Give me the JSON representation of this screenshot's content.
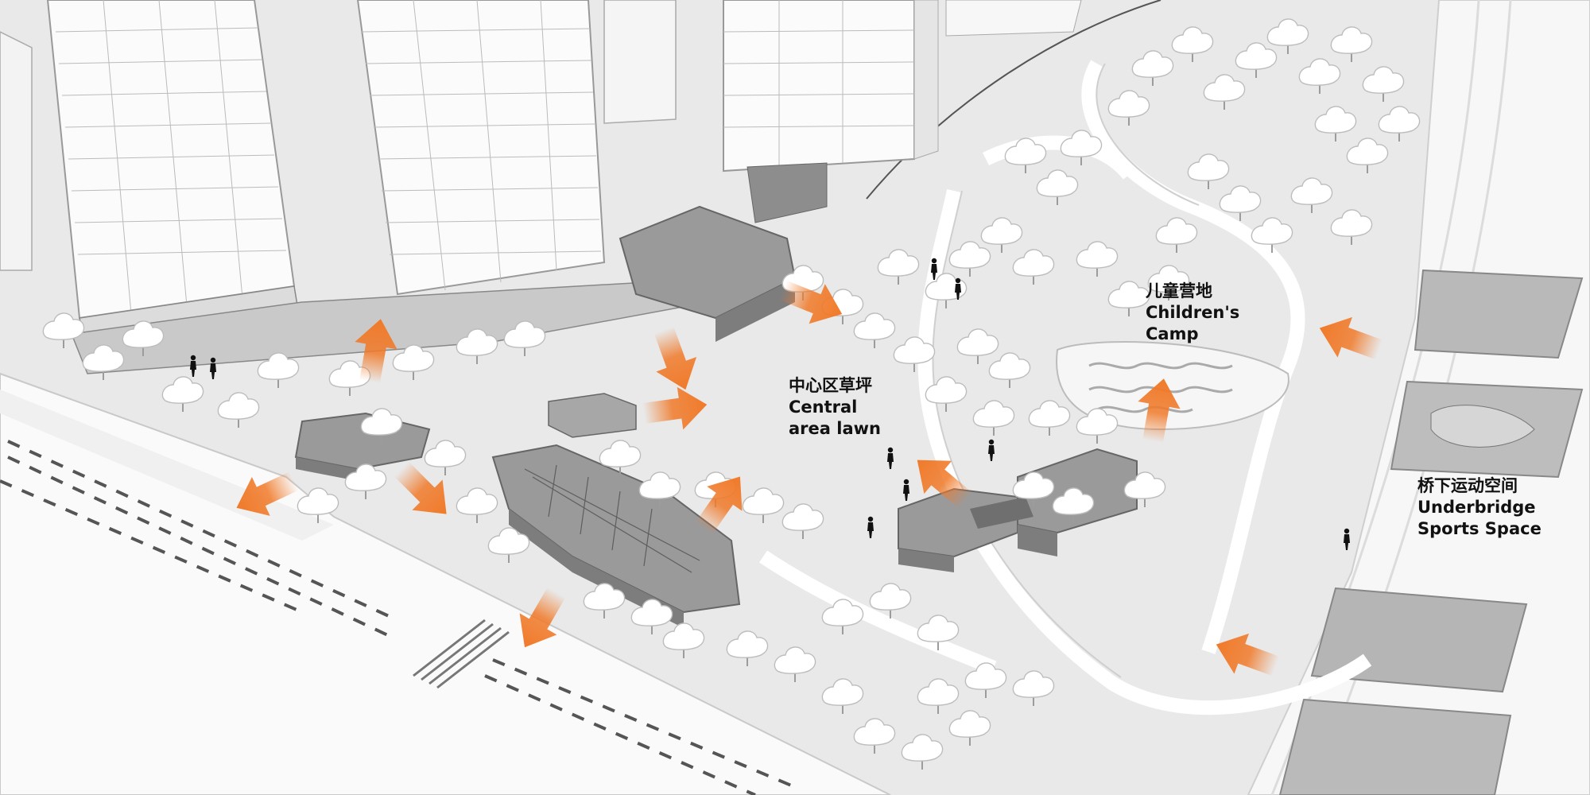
{
  "theme": {
    "ground": "#e9e9e9",
    "building": "#fbfbfb",
    "pavilion_roof": "#9a9a9a",
    "pavilion_wall": "#7d7d7d",
    "arrow": "#f07a2a",
    "people": "#111111"
  },
  "labels": {
    "central_lawn": {
      "zh": "中心区草坪",
      "en_1": "Central",
      "en_2": "area lawn"
    },
    "childrens_camp": {
      "zh": "儿童营地",
      "en_1": "Children's",
      "en_2": "Camp"
    },
    "underbridge": {
      "zh": "桥下运动空间",
      "en_1": "Underbridge",
      "en_2": "Sports Space"
    }
  },
  "icons": {
    "flow_arrow": "orange-flow-arrow",
    "tree": "tree-icon",
    "person": "person-icon"
  }
}
